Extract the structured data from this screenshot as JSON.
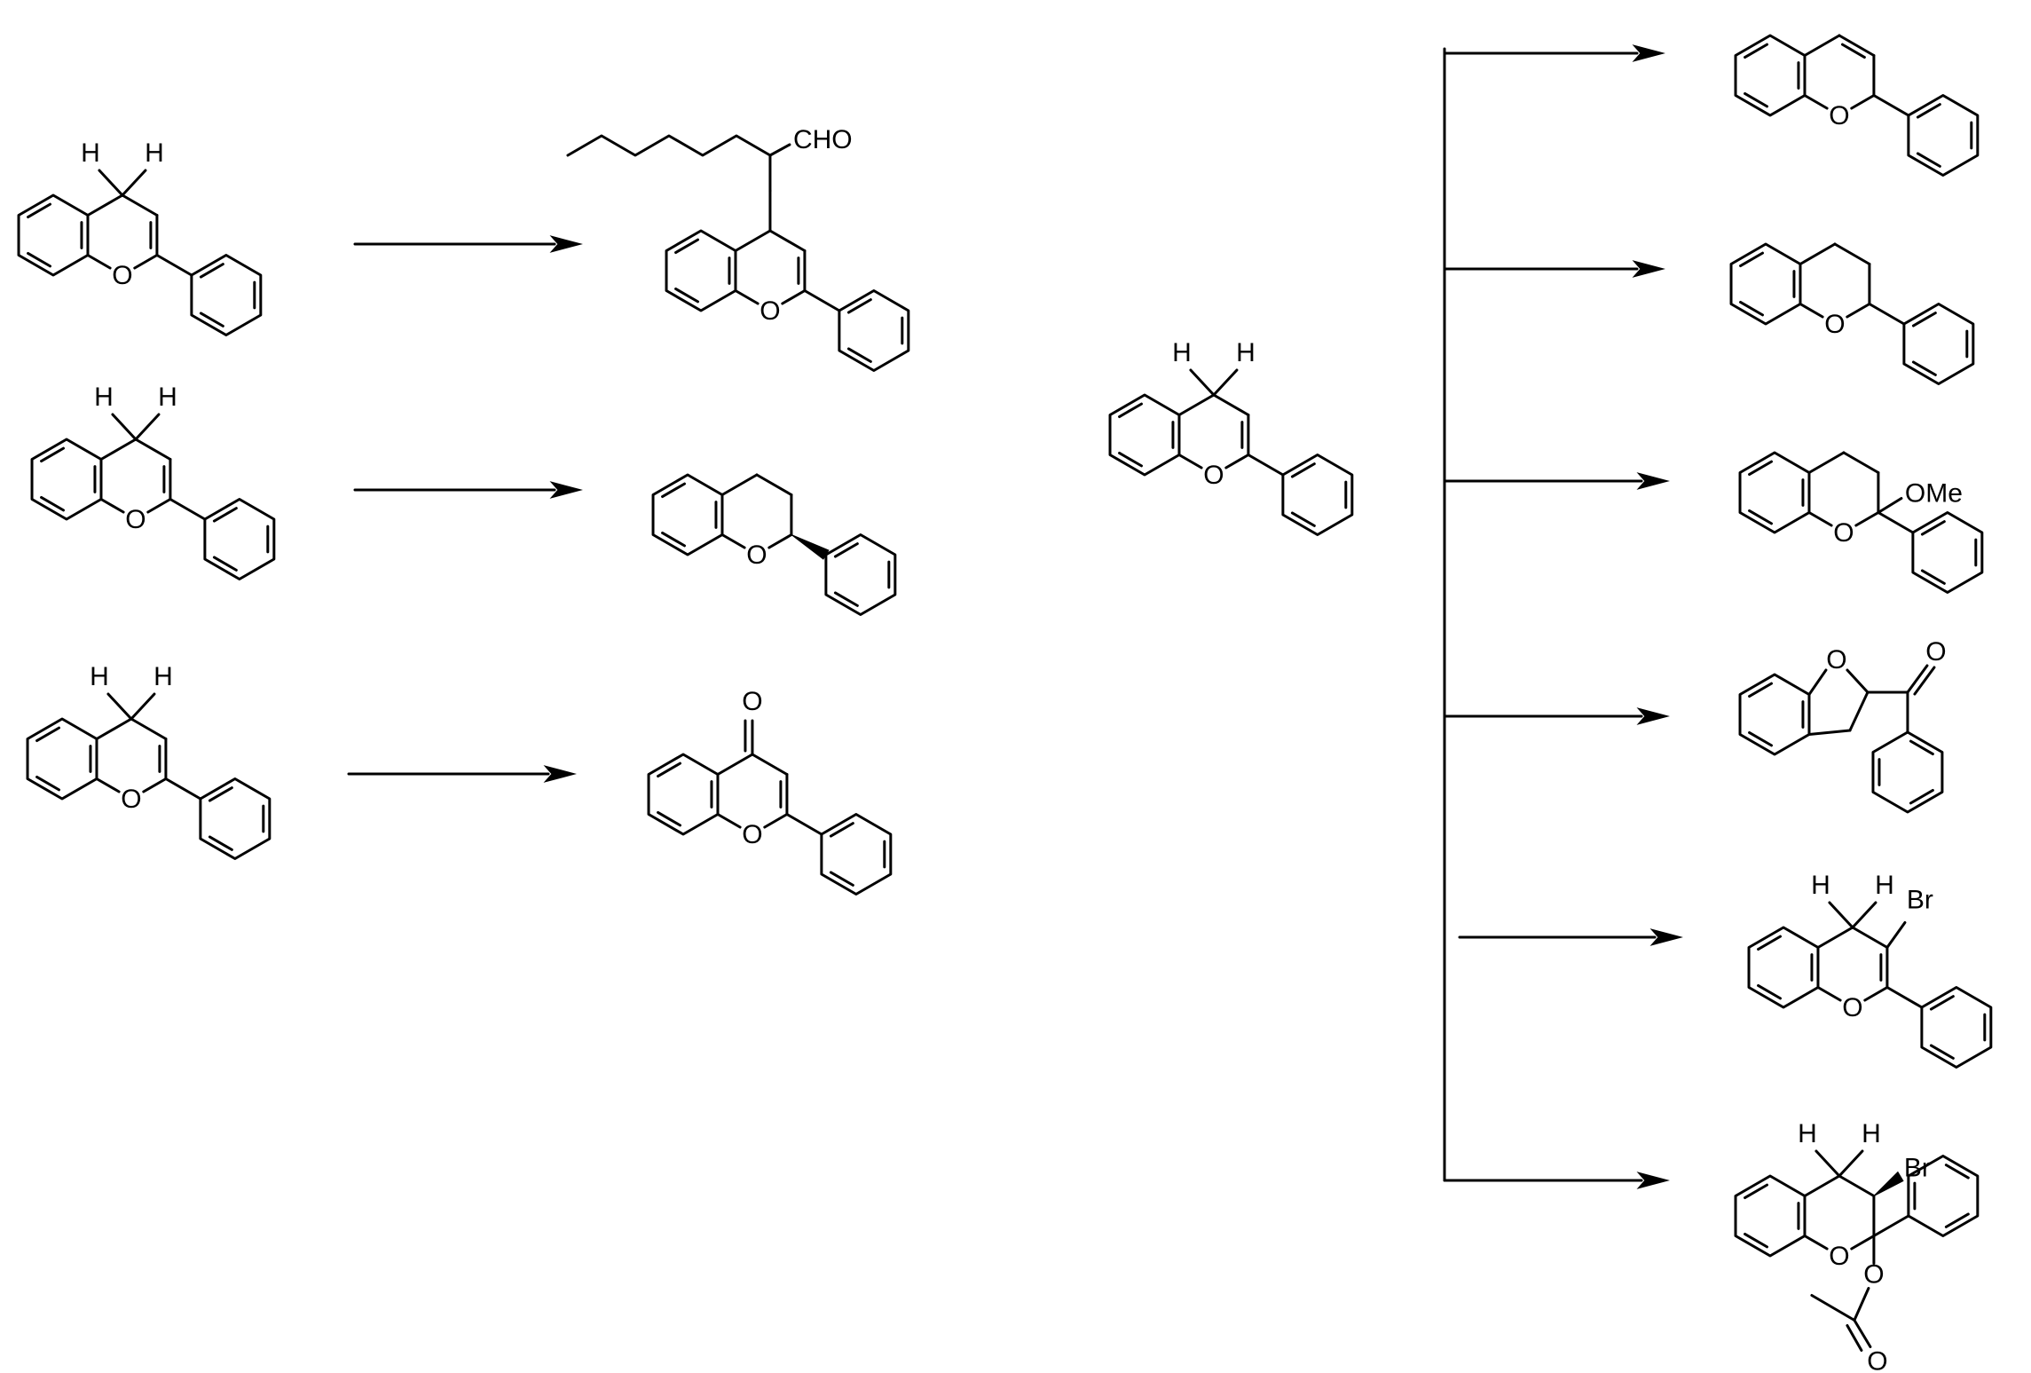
{
  "structures": [
    {
      "name": "4H-flavene",
      "atoms": [
        "H",
        "H",
        "O"
      ]
    },
    {
      "name": "aldehyde-adduct",
      "atoms": [
        "CHO",
        "O"
      ]
    },
    {
      "name": "flavan",
      "atoms": [
        "O"
      ]
    },
    {
      "name": "flavone",
      "atoms": [
        "O",
        "O"
      ]
    },
    {
      "name": "2H-flavene",
      "atoms": [
        "O"
      ]
    },
    {
      "name": "2-methoxyflavan",
      "atoms": [
        "OMe",
        "O"
      ]
    },
    {
      "name": "benzofuranyl-ketone",
      "atoms": [
        "O",
        "O"
      ]
    },
    {
      "name": "3-bromo-4H-flavene",
      "atoms": [
        "H",
        "H",
        "Br",
        "O"
      ]
    },
    {
      "name": "bromo-acetoxy-flavan",
      "atoms": [
        "H",
        "H",
        "Br",
        "O",
        "O",
        "O"
      ]
    }
  ]
}
